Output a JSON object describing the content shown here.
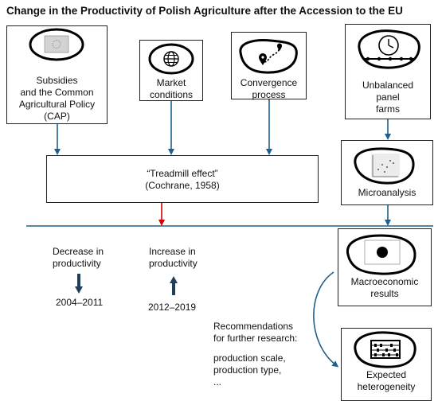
{
  "title": "Change in the Productivity of Polish Agriculture after the Accession to the EU",
  "boxes": {
    "subsidies": [
      "Subsidies",
      "and the Common",
      "Agricultural Policy",
      "(CAP)"
    ],
    "market": [
      "Market",
      "conditions"
    ],
    "convergence": [
      "Convergence",
      "process"
    ],
    "panel": [
      "Unbalanced",
      "panel",
      "farms"
    ],
    "treadmill": [
      "“Treadmill effect”",
      "(Cochrane, 1958)"
    ],
    "micro": [
      "Microanalysis"
    ],
    "macro": [
      "Macroeconomic",
      "results"
    ],
    "hetero": [
      "Expected",
      "heterogeneity"
    ]
  },
  "decrease": {
    "text": [
      "Decrease in",
      "productivity"
    ],
    "period": "2004–2011"
  },
  "increase": {
    "text": [
      "Increase in",
      "productivity"
    ],
    "period": "2012–2019"
  },
  "recommendations": [
    "Recommendations",
    "for further research:",
    "",
    "production scale,",
    "production type,",
    "..."
  ],
  "colors": {
    "arrow_blue": "#1f5f8b",
    "arrow_red": "#d00000",
    "line_blue": "#1f5f8b"
  },
  "icons": [
    "eu-flag-icon",
    "globe-icon",
    "route-map-icon",
    "clock-timeline-icon",
    "scatter-plot-icon",
    "dot-icon",
    "abacus-icon"
  ]
}
